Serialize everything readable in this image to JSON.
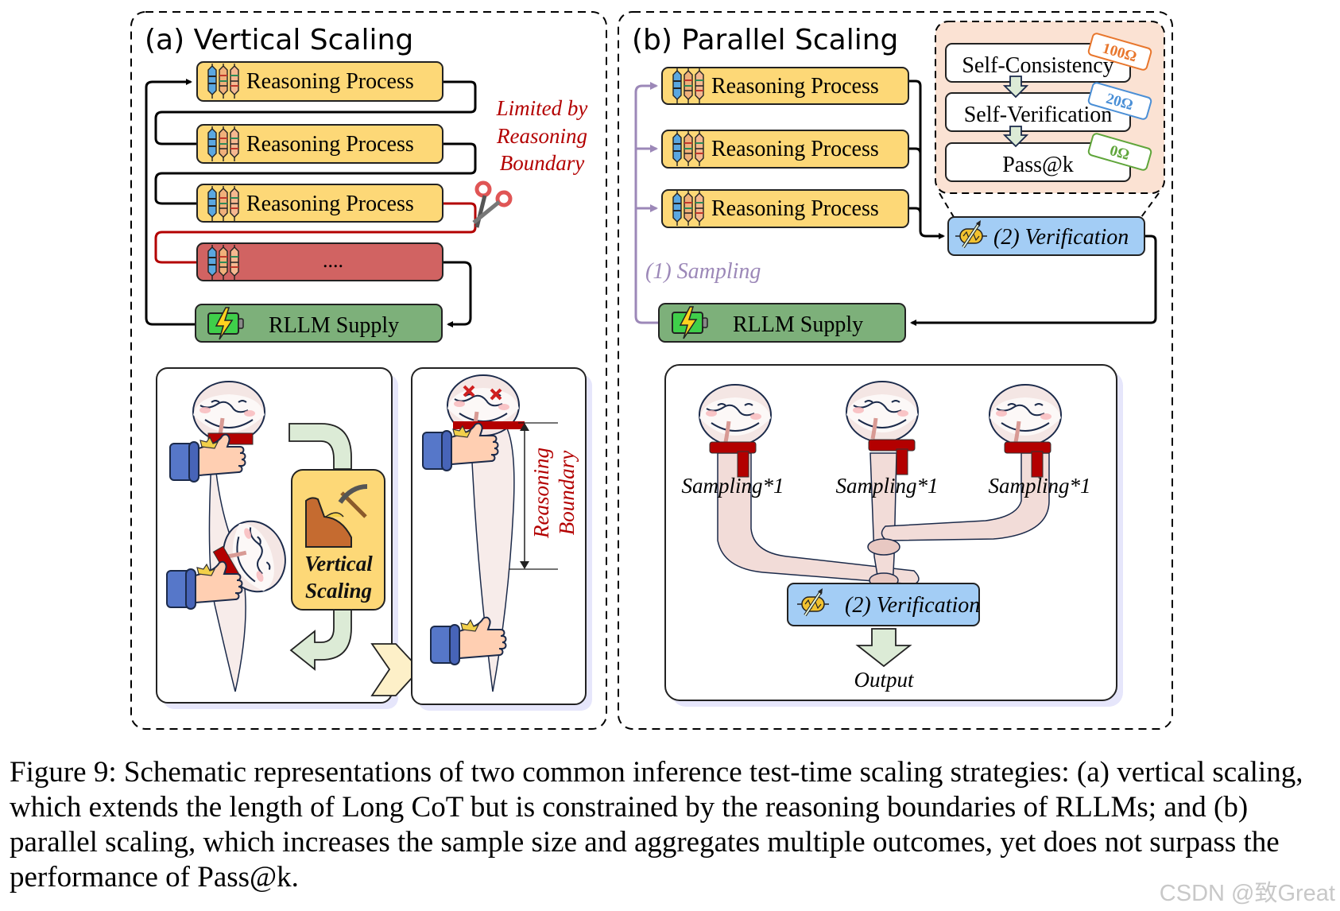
{
  "panel_a": {
    "title": "(a) Vertical Scaling",
    "reasoning_boxes": [
      "Reasoning Process",
      "Reasoning Process",
      "Reasoning Process"
    ],
    "truncated_box_label": "....",
    "supply_label": "RLLM Supply",
    "limit_note": [
      "Limited by",
      "Reasoning",
      "Boundary"
    ],
    "illustration_label": [
      "Vertical",
      "Scaling"
    ],
    "boundary_label": [
      "Reasoning",
      "Boundary"
    ]
  },
  "panel_b": {
    "title": "(b) Parallel Scaling",
    "reasoning_boxes": [
      "Reasoning Process",
      "Reasoning Process",
      "Reasoning Process"
    ],
    "supply_label": "RLLM Supply",
    "sampling_label": "(1) Sampling",
    "verification_label": "(2) Verification",
    "methods": [
      {
        "label": "Self-Consistency",
        "badge": "100Ω",
        "badge_color": "#e8762c"
      },
      {
        "label": "Self-Verification",
        "badge": "20Ω",
        "badge_color": "#4a8fd6"
      },
      {
        "label": "Pass@k",
        "badge": "0Ω",
        "badge_color": "#5fa53a"
      }
    ],
    "sample_labels": [
      "Sampling*1",
      "Sampling*1",
      "Sampling*1"
    ],
    "illustration_verification_label": "(2) Verification",
    "output_label": "Output"
  },
  "colors": {
    "reasoning_fill": "#fdd877",
    "truncated_fill": "#d16362",
    "supply_fill": "#7db07a",
    "verification_fill": "#a3cdf5",
    "peach_fill": "#fbe2d3",
    "limit_red": "#b30000",
    "sampling_purple": "#9c88b8",
    "arrow_green": "#dcebd6"
  },
  "caption": "Figure 9: Schematic representations of two common inference test-time scaling strategies: (a) vertical scaling, which extends the length of Long CoT but is constrained by the reasoning boundaries of RLLMs; and (b) parallel scaling, which increases the sample size and aggregates multiple outcomes, yet does not surpass the performance of Pass@k.",
  "watermark": "CSDN @致Great"
}
